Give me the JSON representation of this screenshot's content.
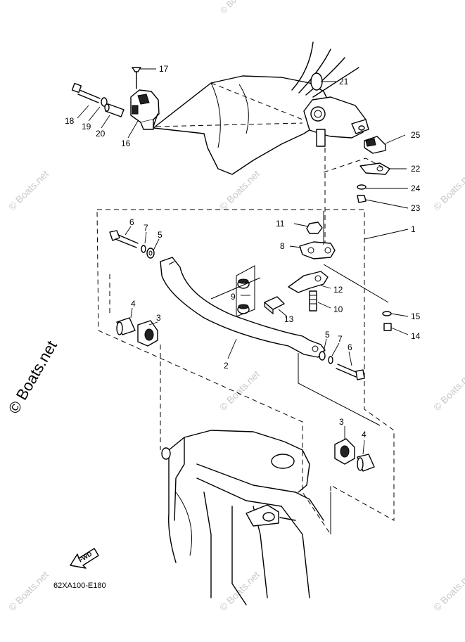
{
  "diagram": {
    "drawing_code": "62XA100-E180",
    "fwd_label": "FWD",
    "watermark_large": "© Boats.net",
    "watermark_small": "© Boats.net",
    "callouts": {
      "c1": "1",
      "c2": "2",
      "c3a": "3",
      "c3b": "3",
      "c4a": "4",
      "c4b": "4",
      "c5a": "5",
      "c5b": "5",
      "c6a": "6",
      "c6b": "6",
      "c7a": "7",
      "c7b": "7",
      "c8": "8",
      "c9": "9",
      "c10": "10",
      "c11": "11",
      "c12": "12",
      "c13": "13",
      "c14": "14",
      "c15": "15",
      "c16": "16",
      "c17": "17",
      "c18": "18",
      "c19": "19",
      "c20": "20",
      "c21": "21",
      "c22": "22",
      "c23": "23",
      "c24": "24",
      "c25": "25"
    }
  }
}
